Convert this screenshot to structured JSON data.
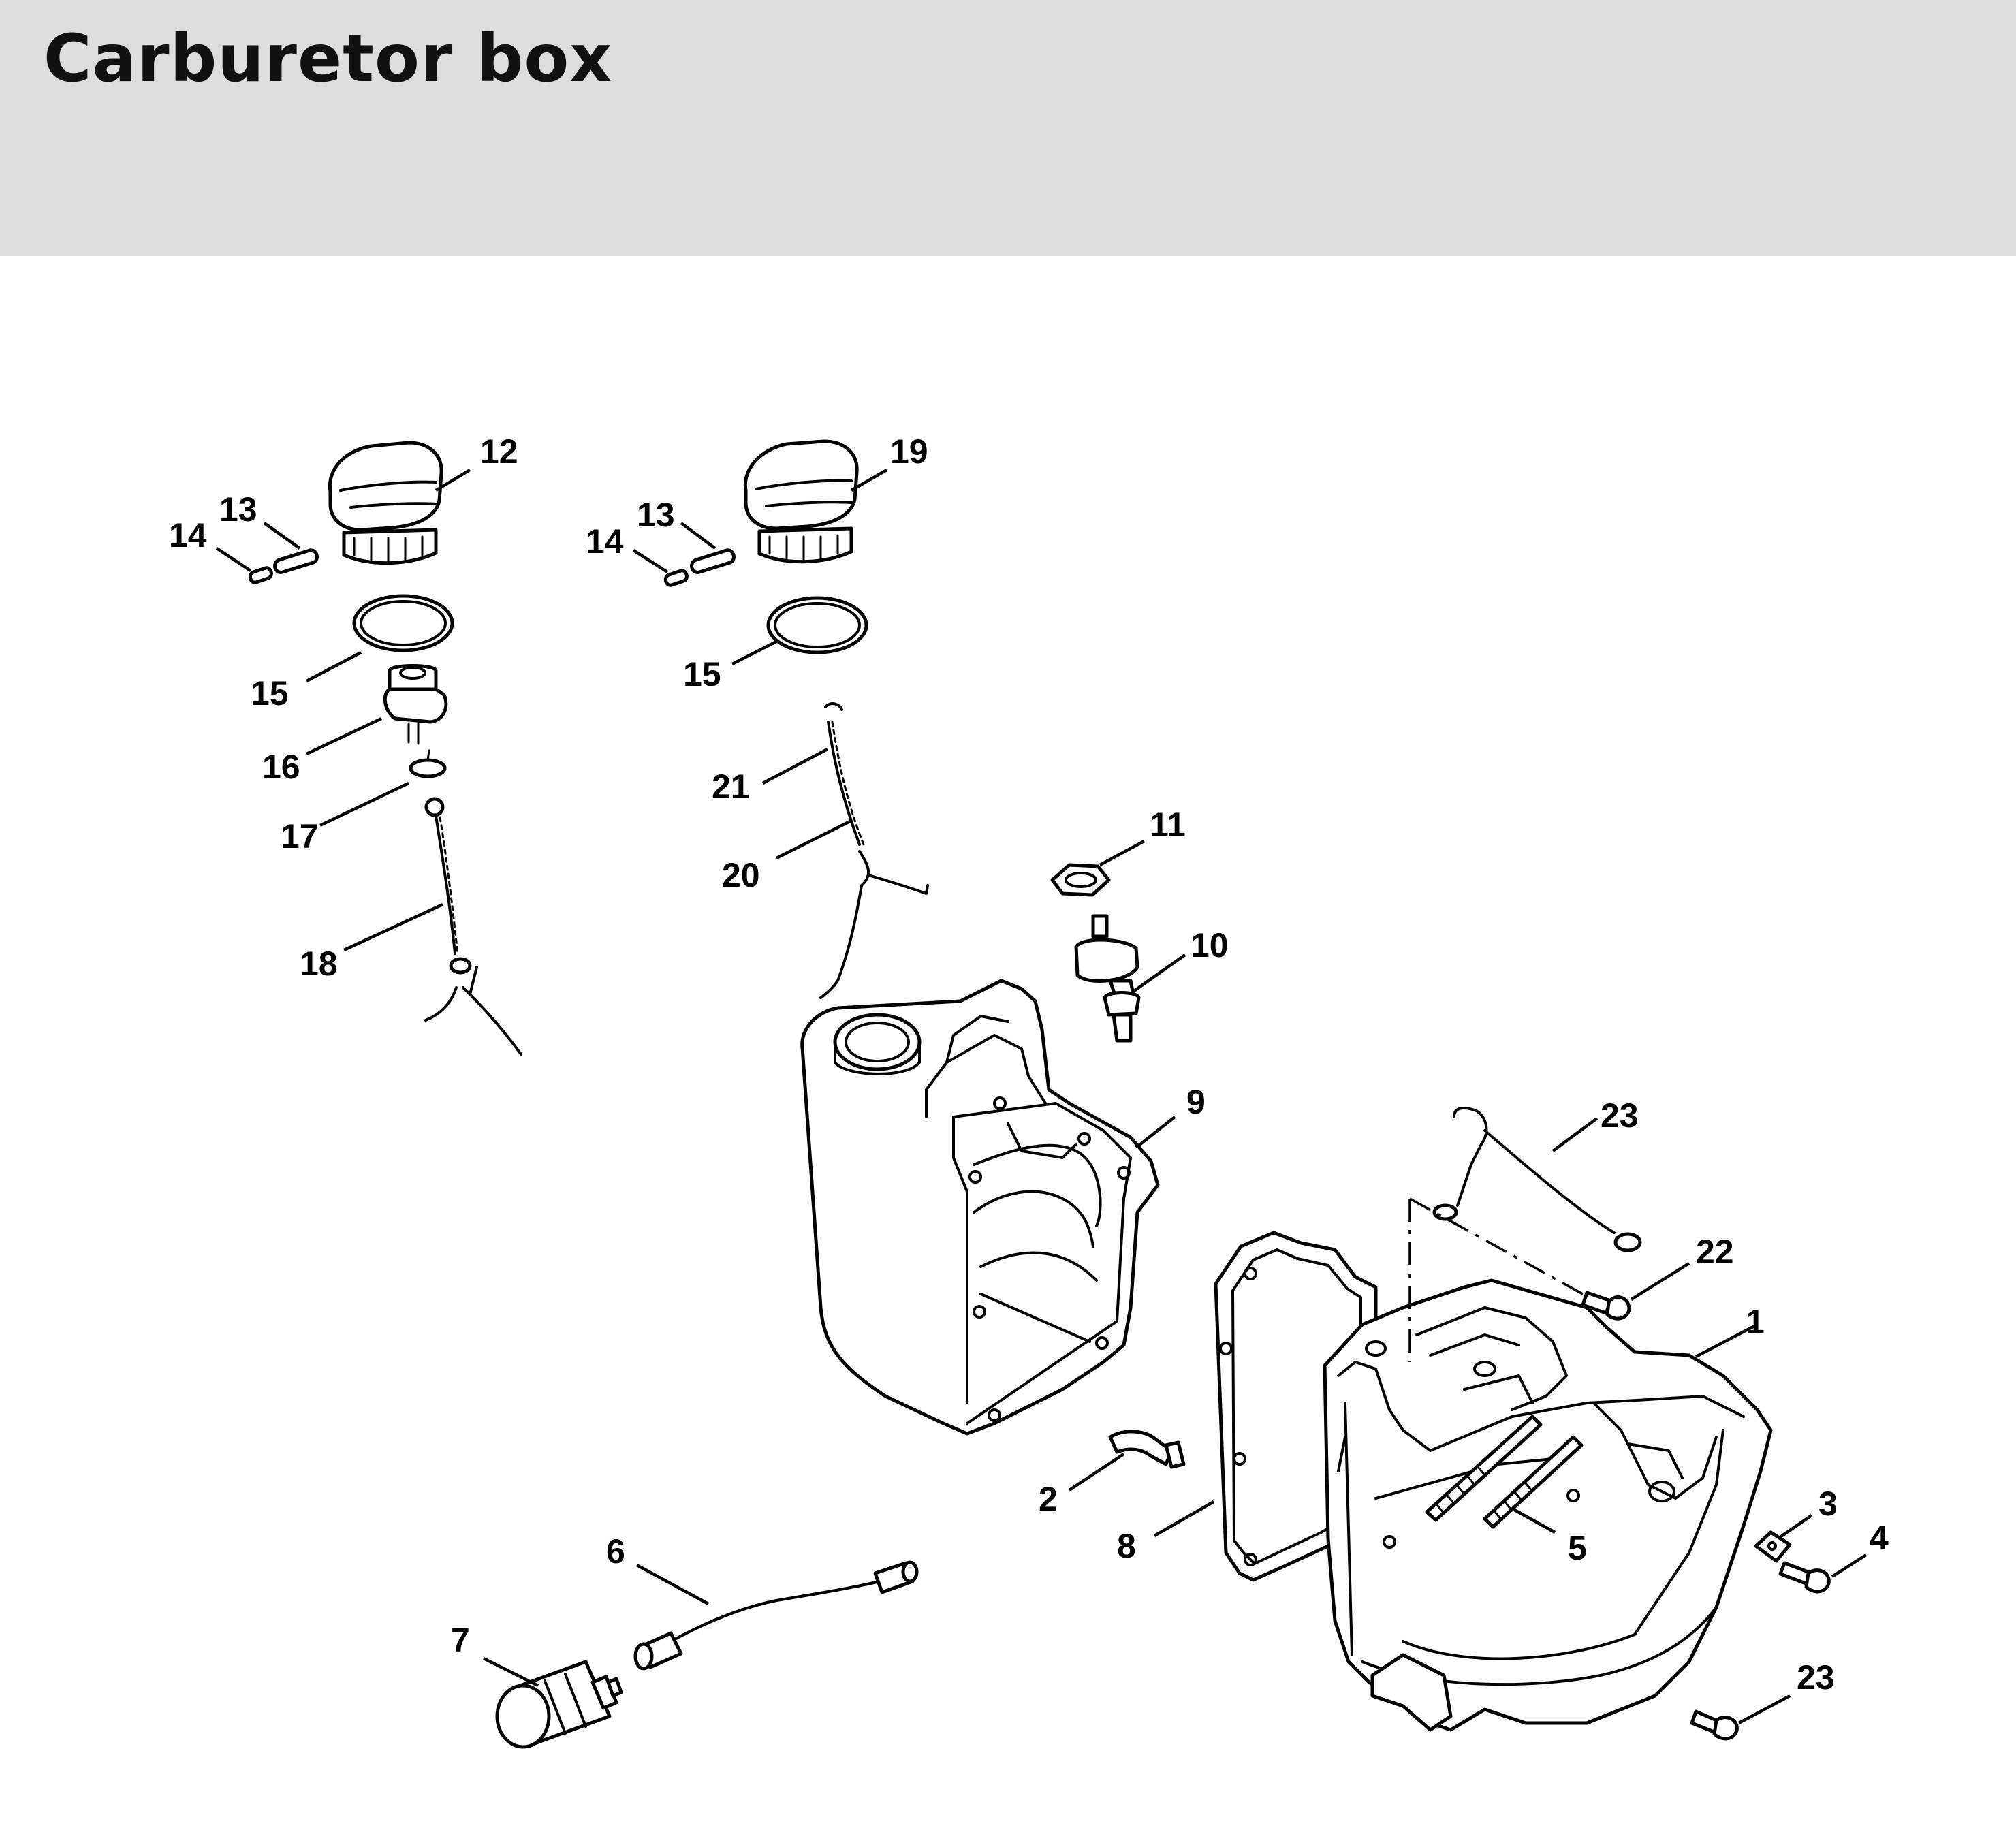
{
  "header": {
    "title": "Carburetor box",
    "background": "#dcdddc"
  },
  "callouts": [
    "1",
    "2",
    "3",
    "4",
    "5",
    "6",
    "7",
    "8",
    "9",
    "10",
    "11",
    "12",
    "13",
    "14",
    "15",
    "16",
    "17",
    "18",
    "19",
    "13",
    "14",
    "15",
    "20",
    "21",
    "22",
    "23",
    "23"
  ]
}
